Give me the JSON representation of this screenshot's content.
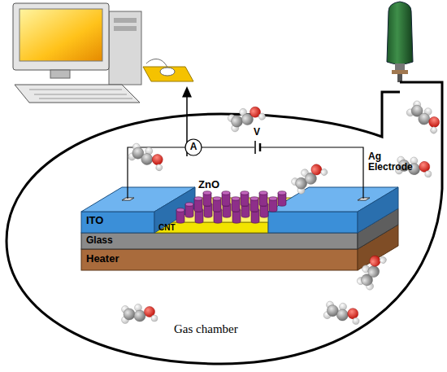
{
  "diagram": {
    "labels": [
      "ZnO",
      "A",
      "V",
      "Ag Electrode",
      "ITO",
      "CNT",
      "Glass",
      "Heater",
      "Gas chamber"
    ]
  }
}
